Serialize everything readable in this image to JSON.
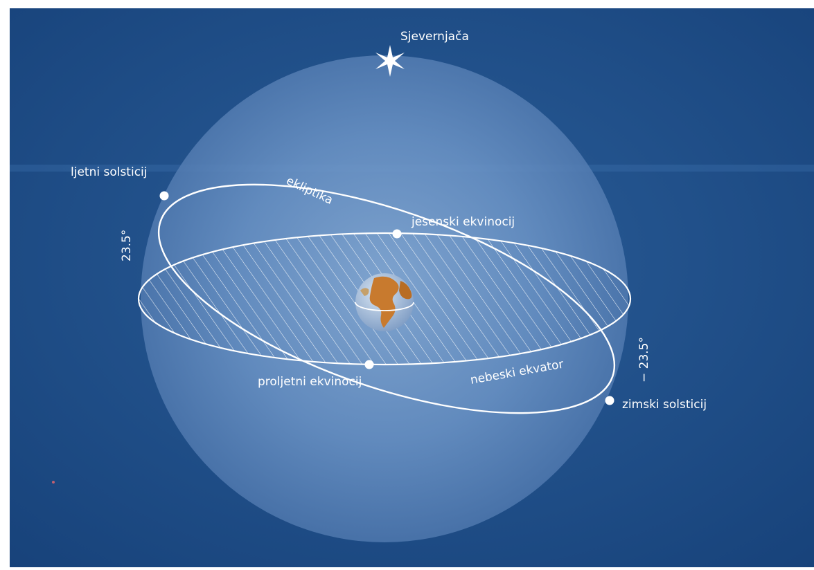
{
  "labels": {
    "pole_star": "Sjevernjača",
    "summer_solstice": "ljetni solsticij",
    "ecliptic": "ekliptika",
    "autumn_equinox": "jesenski ekvinocij",
    "spring_equinox": "proljetni ekvinocij",
    "celestial_equator": "nebeski ekvator",
    "winter_solstice": "zimski solsticij",
    "angle_positive": "23.5°",
    "angle_negative": "− 23.5°"
  },
  "colors": {
    "background": "#1e4d86",
    "sphere": "#5c86bb",
    "lines": "#ffffff",
    "earth_ocean": "#9fb7d6",
    "earth_land": "#c87a2e"
  },
  "icons": {
    "pole_star": "star-icon",
    "earth": "earth-globe-icon"
  }
}
